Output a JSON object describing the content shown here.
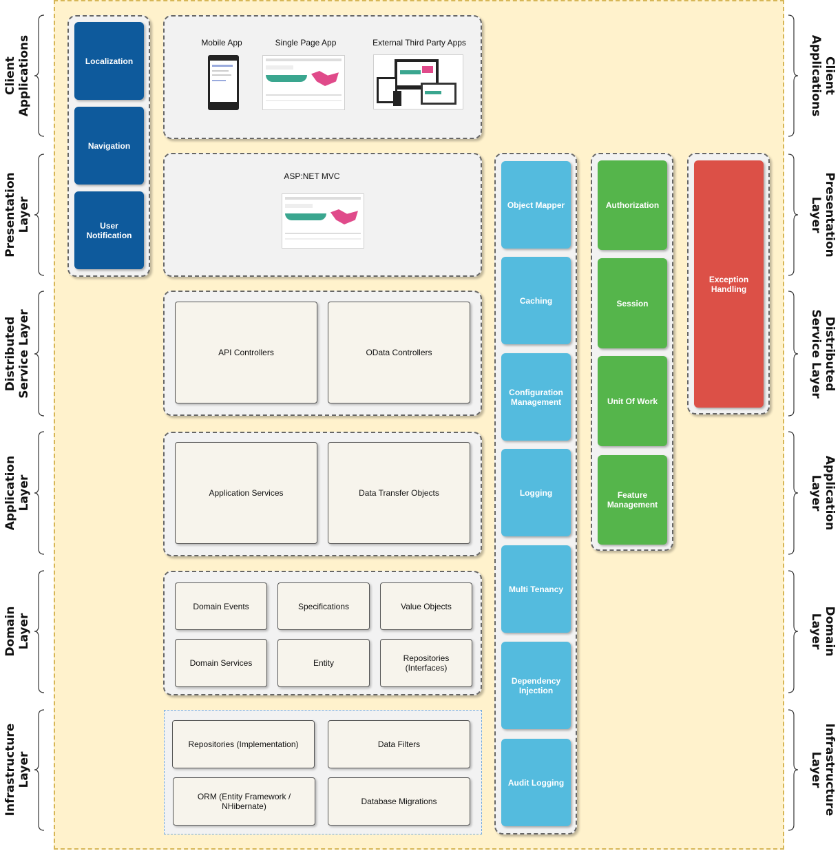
{
  "layers": {
    "client": "Client\nApplications",
    "presentation": "Presentation\nLayer",
    "distributed": "Distributed\nService Layer",
    "application": "Application\nLayer",
    "domain": "Domain\nLayer",
    "infrastructure": "Infrastructure\nLayer"
  },
  "ui_features": {
    "localization": "Localization",
    "navigation": "Navigation",
    "user_notification": "User\nNotification"
  },
  "client_apps": {
    "mobile": "Mobile App",
    "spa": "Single Page App",
    "third_party": "External Third Party Apps"
  },
  "presentation": {
    "mvc": "ASP:NET MVC"
  },
  "distributed": {
    "api": "API Controllers",
    "odata": "OData Controllers"
  },
  "application": {
    "services": "Application Services",
    "dto": "Data Transfer Objects"
  },
  "domain": {
    "events": "Domain Events",
    "specifications": "Specifications",
    "value_objects": "Value Objects",
    "services": "Domain Services",
    "entity": "Entity",
    "repositories": "Repositories\n(Interfaces)"
  },
  "infrastructure": {
    "repositories": "Repositories (Implementation)",
    "filters": "Data Filters",
    "orm": "ORM (Entity Framework /\nNHibernate)",
    "migrations": "Database Migrations"
  },
  "cross_cutting": {
    "object_mapper": "Object Mapper",
    "caching": "Caching",
    "configuration": "Configuration\nManagement",
    "logging": "Logging",
    "multi_tenancy": "Multi Tenancy",
    "dependency_injection": "Dependency\nInjection",
    "audit_logging": "Audit Logging"
  },
  "security": {
    "authorization": "Authorization",
    "session": "Session",
    "unit_of_work": "Unit Of Work",
    "feature_management": "Feature\nManagement"
  },
  "exception": {
    "handling": "Exception\nHandling"
  },
  "colors": {
    "canvas": "#fff2cc",
    "dark_blue": "#0e5a9c",
    "light_blue": "#54bbde",
    "green": "#55b54b",
    "red": "#dc5047"
  }
}
